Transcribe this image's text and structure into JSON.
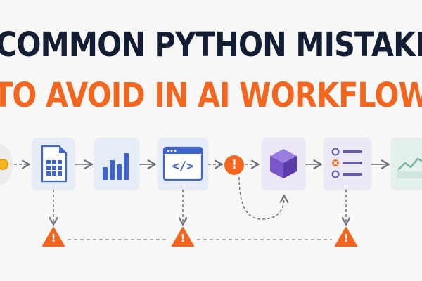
{
  "title": {
    "line1": "COMMON PYTHON MISTAKES",
    "line2": "TO AVOID IN AI WORKFLOWS"
  },
  "colors": {
    "dark": "#131d33",
    "accent": "#f2661f",
    "blue": "#3e63c9",
    "purple": "#7a56c8",
    "green": "#7ab6a6",
    "line": "#6f7480"
  },
  "pipeline": [
    {
      "id": "start",
      "icon": "circle-start-icon"
    },
    {
      "id": "data",
      "icon": "spreadsheet-file-icon"
    },
    {
      "id": "analysis",
      "icon": "bar-chart-icon"
    },
    {
      "id": "code",
      "icon": "code-window-icon"
    },
    {
      "id": "error",
      "icon": "exclamation-circle-icon"
    },
    {
      "id": "model",
      "icon": "cube-icon"
    },
    {
      "id": "checklist",
      "icon": "checklist-icon"
    },
    {
      "id": "results",
      "icon": "line-chart-icon"
    }
  ],
  "warnings": [
    {
      "id": "warning-1",
      "icon": "warning-triangle-icon",
      "label": "!"
    },
    {
      "id": "warning-2",
      "icon": "warning-triangle-icon",
      "label": "!"
    },
    {
      "id": "warning-3",
      "icon": "warning-triangle-icon",
      "label": "!"
    }
  ],
  "error_label": "!",
  "code_label": "</>"
}
